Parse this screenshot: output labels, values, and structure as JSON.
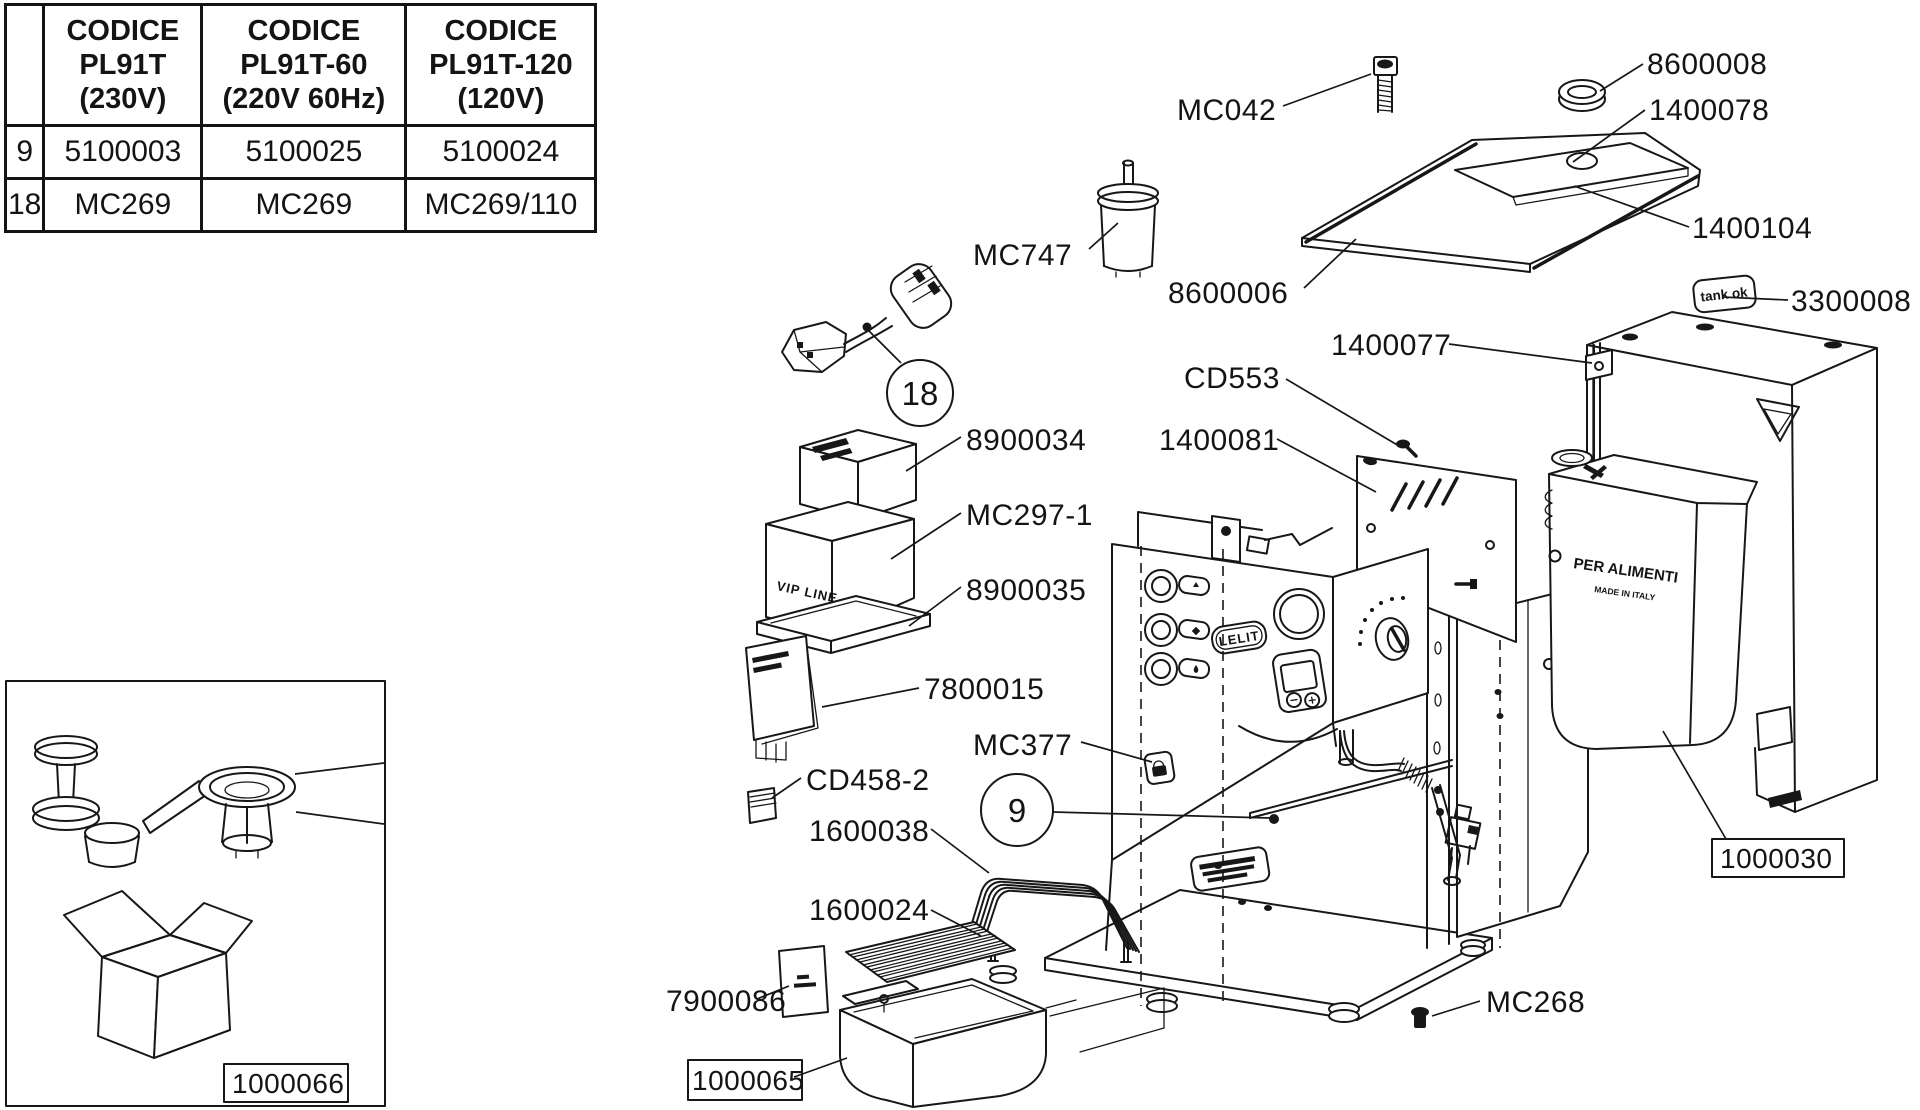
{
  "table": {
    "corner": "",
    "headers": [
      "CODICE\nPL91T\n(230V)",
      "CODICE\nPL91T-60\n(220V 60Hz)",
      "CODICE\nPL91T-120\n(120V)"
    ],
    "rows": [
      {
        "ref": "9",
        "values": [
          "5100003",
          "5100025",
          "5100024"
        ]
      },
      {
        "ref": "18",
        "values": [
          "MC269",
          "MC269",
          "MC269/110"
        ]
      }
    ]
  },
  "callouts": {
    "MC042": "MC042",
    "8600008": "8600008",
    "1400078": "1400078",
    "1400104": "1400104",
    "MC747": "MC747",
    "8600006": "8600006",
    "3300008": "3300008",
    "1400077": "1400077",
    "CD553": "CD553",
    "1400081": "1400081",
    "8900034": "8900034",
    "MC297-1": "MC297-1",
    "8900035": "8900035",
    "7800015": "7800015",
    "MC377": "MC377",
    "CD458-2": "CD458-2",
    "1600038": "1600038",
    "1600024": "1600024",
    "7900086": "7900086",
    "MC268": "MC268"
  },
  "boxed_labels": {
    "kit": "1000066",
    "drip_tray": "1000065",
    "water_tank": "1000030"
  },
  "balloons": {
    "cord": "18",
    "body": "9"
  },
  "machine_text": {
    "tank_ok": "tank ok",
    "per_alimenti": "PER ALIMENTI",
    "made_in_italy": "MADE IN ITALY",
    "vip_line": "VIP LINE",
    "lelit": "LELIT"
  }
}
